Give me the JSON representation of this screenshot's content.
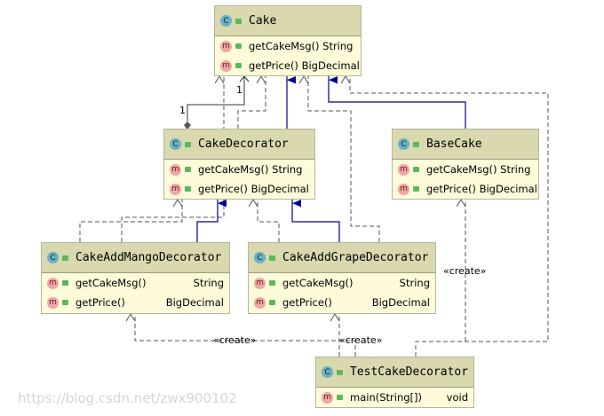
{
  "classes": {
    "cake": {
      "name": "Cake",
      "icon": "C",
      "methods": [
        {
          "name": "getCakeMsg()",
          "type": "String"
        },
        {
          "name": "getPrice()",
          "type": "BigDecimal"
        }
      ]
    },
    "decorator": {
      "name": "CakeDecorator",
      "icon": "C",
      "methods": [
        {
          "name": "getCakeMsg()",
          "type": "String"
        },
        {
          "name": "getPrice()",
          "type": "BigDecimal"
        }
      ]
    },
    "base": {
      "name": "BaseCake",
      "icon": "C",
      "methods": [
        {
          "name": "getCakeMsg()",
          "type": "String"
        },
        {
          "name": "getPrice()",
          "type": "BigDecimal"
        }
      ]
    },
    "mango": {
      "name": "CakeAddMangoDecorator",
      "icon": "C",
      "methods": [
        {
          "name": "getCakeMsg()",
          "type": "String"
        },
        {
          "name": "getPrice()",
          "type": "BigDecimal"
        }
      ]
    },
    "grape": {
      "name": "CakeAddGrapeDecorator",
      "icon": "C",
      "methods": [
        {
          "name": "getCakeMsg()",
          "type": "String"
        },
        {
          "name": "getPrice()",
          "type": "BigDecimal"
        }
      ]
    },
    "test": {
      "name": "TestCakeDecorator",
      "icon": "C",
      "methods": [
        {
          "name": "main(String[])",
          "type": "void"
        }
      ]
    }
  },
  "method_icon": "m",
  "labels": {
    "create": "«create»",
    "multiplicity": "1"
  },
  "watermark": "https://blog.csdn.net/zwx900102",
  "colors": {
    "header": "#d9d8ae",
    "body": "#fdfbd9",
    "inheritance": "#00008b",
    "dependency": "#555555"
  }
}
